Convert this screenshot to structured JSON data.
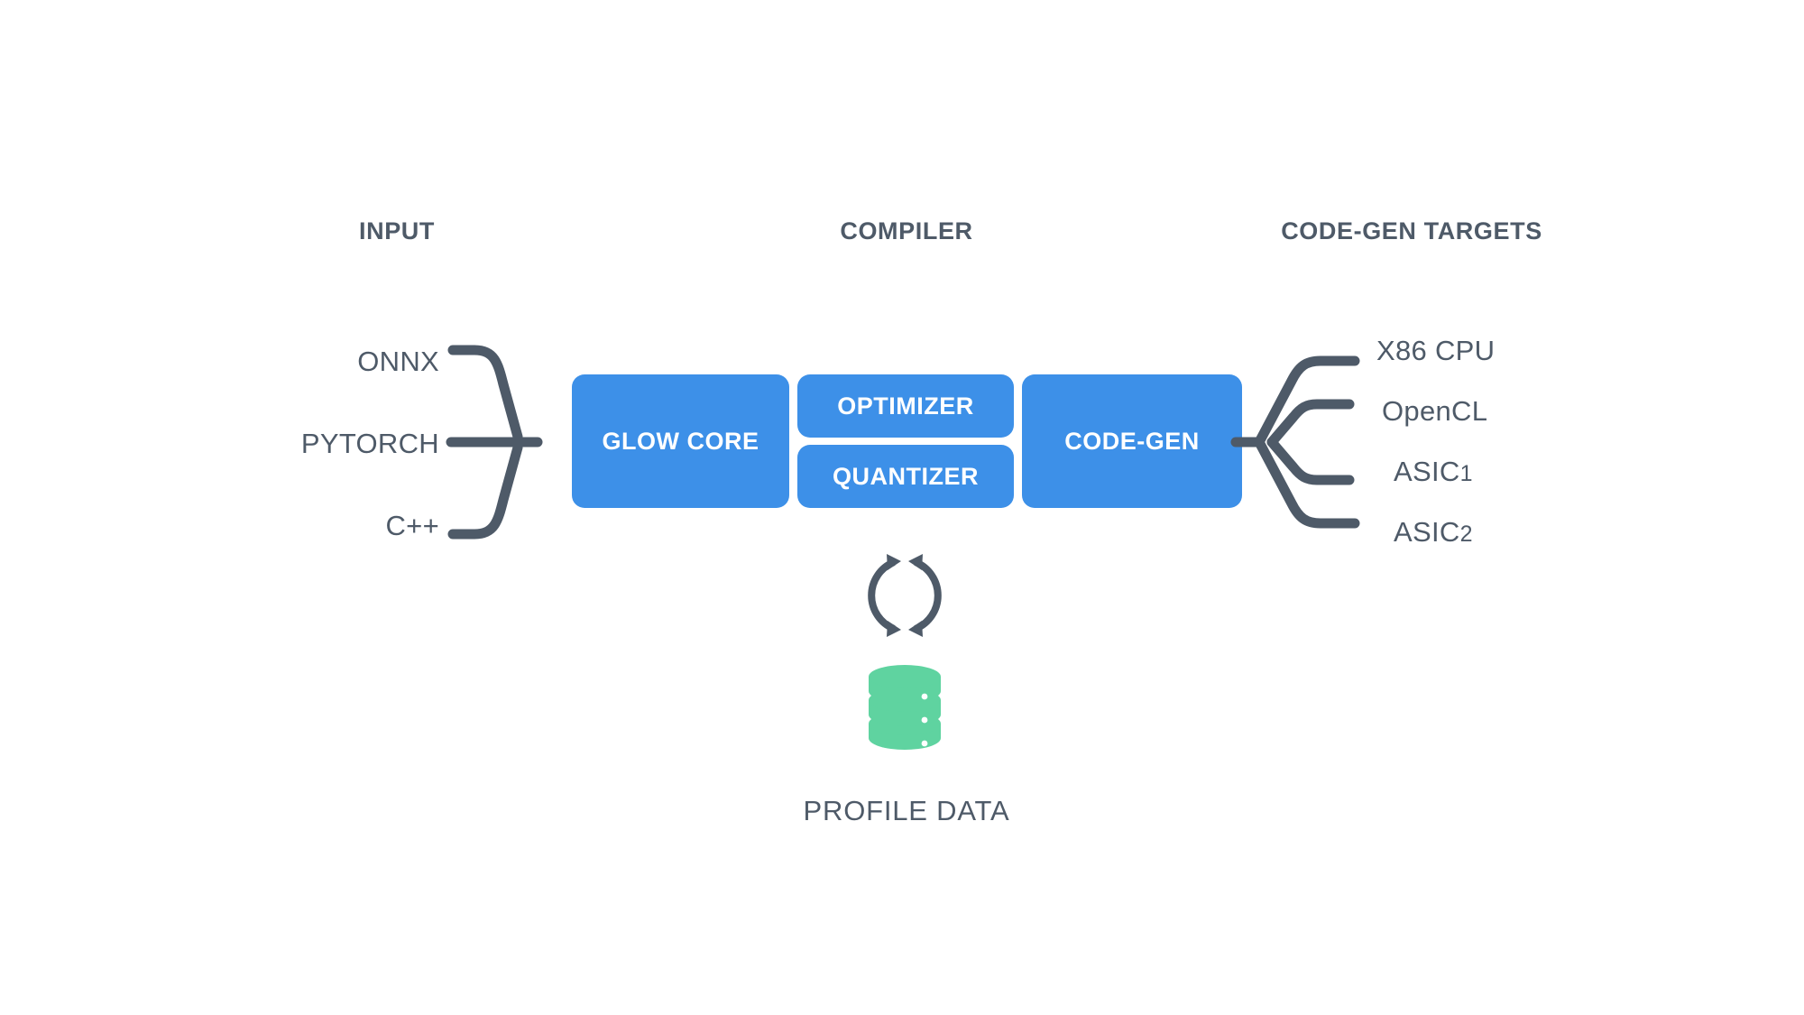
{
  "diagram": {
    "title": "Glow compiler architecture flow",
    "background_color": "#ffffff",
    "colors": {
      "box_blue": "#3d90e8",
      "connector_slate": "#4e5a68",
      "database_green": "#5fd3a0",
      "text_slate": "#4e5a68",
      "box_text": "#ffffff"
    },
    "headers": {
      "input": "INPUT",
      "compiler": "COMPILER",
      "targets": "CODE-GEN TARGETS"
    },
    "inputs": [
      {
        "label": "ONNX"
      },
      {
        "label": "PYTORCH"
      },
      {
        "label": "C++"
      }
    ],
    "compiler_blocks": [
      {
        "label": "GLOW CORE",
        "name": "glow-core"
      },
      {
        "label": "OPTIMIZER",
        "name": "optimizer"
      },
      {
        "label": "QUANTIZER",
        "name": "quantizer"
      },
      {
        "label": "CODE-GEN",
        "name": "code-gen"
      }
    ],
    "targets": [
      {
        "label": "X86 CPU",
        "base": "X86 CPU",
        "digit": ""
      },
      {
        "label": "OpenCL",
        "base": "OpenCL",
        "digit": ""
      },
      {
        "label": "ASIC1",
        "base": "ASIC",
        "digit": "1"
      },
      {
        "label": "ASIC2",
        "base": "ASIC",
        "digit": "2"
      }
    ],
    "feedback": {
      "cycle_icon": "sync-arrows-icon",
      "database_icon": "database-icon",
      "label": "PROFILE DATA"
    }
  }
}
